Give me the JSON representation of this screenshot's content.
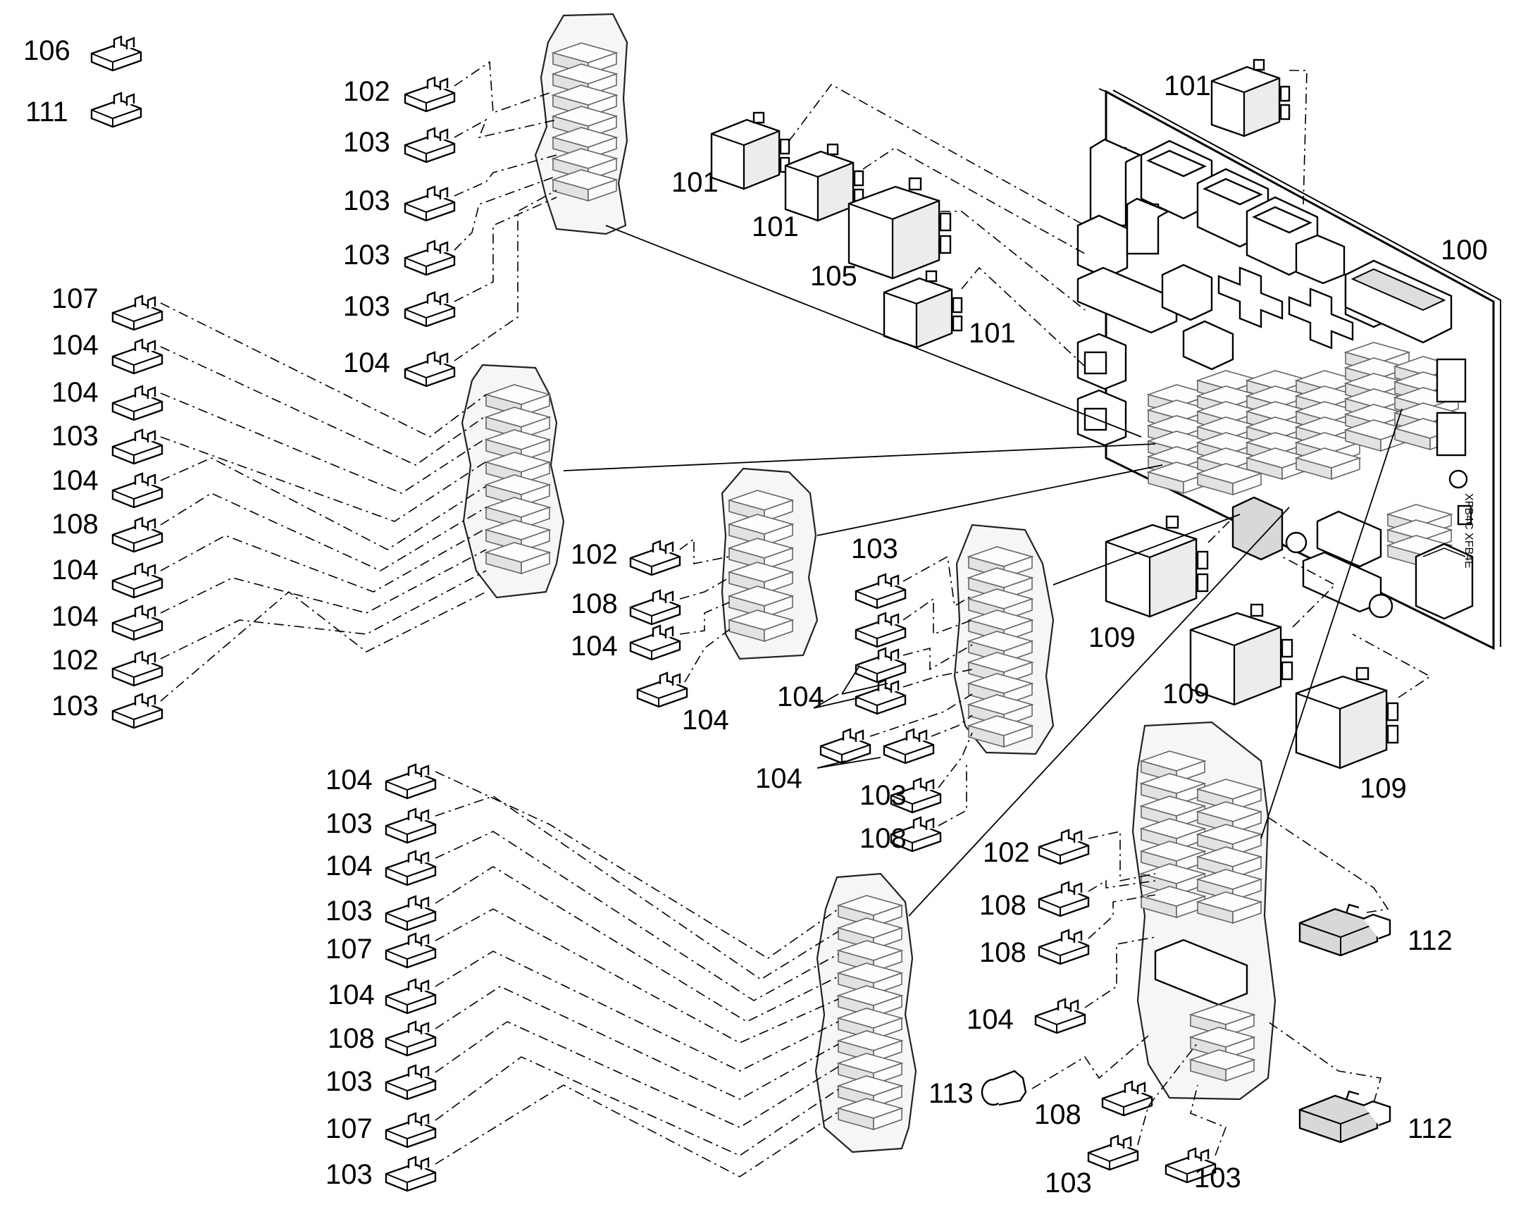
{
  "callouts": [
    {
      "id": "c106",
      "text": "106"
    },
    {
      "id": "c111",
      "text": "111"
    },
    {
      "id": "c102a",
      "text": "102"
    },
    {
      "id": "c103a",
      "text": "103"
    },
    {
      "id": "c103b",
      "text": "103"
    },
    {
      "id": "c103c",
      "text": "103"
    },
    {
      "id": "c103d",
      "text": "103"
    },
    {
      "id": "c104a",
      "text": "104"
    },
    {
      "id": "c107a",
      "text": "107"
    },
    {
      "id": "c104b",
      "text": "104"
    },
    {
      "id": "c104c",
      "text": "104"
    },
    {
      "id": "c103e",
      "text": "103"
    },
    {
      "id": "c104d",
      "text": "104"
    },
    {
      "id": "c108a",
      "text": "108"
    },
    {
      "id": "c104e",
      "text": "104"
    },
    {
      "id": "c104f",
      "text": "104"
    },
    {
      "id": "c102b",
      "text": "102"
    },
    {
      "id": "c103f",
      "text": "103"
    },
    {
      "id": "c101a",
      "text": "101"
    },
    {
      "id": "c101b",
      "text": "101"
    },
    {
      "id": "c105",
      "text": "105"
    },
    {
      "id": "c101c",
      "text": "101"
    },
    {
      "id": "c101d",
      "text": "101"
    },
    {
      "id": "c100",
      "text": "100"
    },
    {
      "id": "c102c",
      "text": "102"
    },
    {
      "id": "c108b",
      "text": "108"
    },
    {
      "id": "c104g",
      "text": "104"
    },
    {
      "id": "c104h",
      "text": "104"
    },
    {
      "id": "c103g",
      "text": "103"
    },
    {
      "id": "c104i",
      "text": "104"
    },
    {
      "id": "c104j",
      "text": "104"
    },
    {
      "id": "c103h",
      "text": "103"
    },
    {
      "id": "c108c",
      "text": "108"
    },
    {
      "id": "c109a",
      "text": "109"
    },
    {
      "id": "c109b",
      "text": "109"
    },
    {
      "id": "c109c",
      "text": "109"
    },
    {
      "id": "c104k",
      "text": "104"
    },
    {
      "id": "c103i",
      "text": "103"
    },
    {
      "id": "c104l",
      "text": "104"
    },
    {
      "id": "c103j",
      "text": "103"
    },
    {
      "id": "c107b",
      "text": "107"
    },
    {
      "id": "c104m",
      "text": "104"
    },
    {
      "id": "c108d",
      "text": "108"
    },
    {
      "id": "c103k",
      "text": "103"
    },
    {
      "id": "c107c",
      "text": "107"
    },
    {
      "id": "c103l",
      "text": "103"
    },
    {
      "id": "c102d",
      "text": "102"
    },
    {
      "id": "c108e",
      "text": "108"
    },
    {
      "id": "c108f",
      "text": "108"
    },
    {
      "id": "c104n",
      "text": "104"
    },
    {
      "id": "c113",
      "text": "113"
    },
    {
      "id": "c108g",
      "text": "108"
    },
    {
      "id": "c103m",
      "text": "103"
    },
    {
      "id": "c103n",
      "text": "103"
    },
    {
      "id": "c112a",
      "text": "112"
    },
    {
      "id": "c112b",
      "text": "112"
    }
  ]
}
